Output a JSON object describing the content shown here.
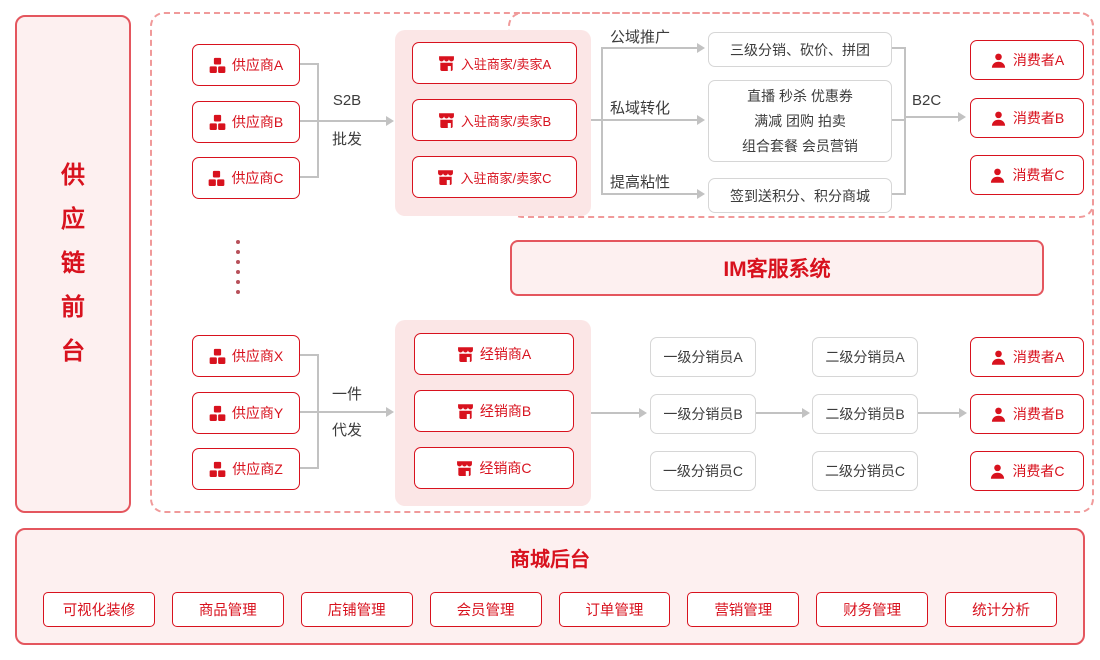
{
  "sidebar": {
    "title": "供应链前台",
    "chars": [
      "供",
      "应",
      "链",
      "前",
      "台"
    ]
  },
  "top_flow": {
    "suppliers": [
      "供应商A",
      "供应商B",
      "供应商C"
    ],
    "s2b_label": [
      "S2B",
      "批发"
    ],
    "merchants": [
      "入驻商家/卖家A",
      "入驻商家/卖家B",
      "入驻商家/卖家C"
    ],
    "branch_labels": [
      "公域推广",
      "私域转化",
      "提高粘性"
    ],
    "public_promo_box": "三级分销、砍价、拼团",
    "private_convert_box": [
      "直播 秒杀 优惠券",
      "满减 团购 拍卖",
      "组合套餐 会员营销"
    ],
    "sticky_box": "签到送积分、积分商城",
    "b2c_label": "B2C",
    "consumers": [
      "消费者A",
      "消费者B",
      "消费者C"
    ]
  },
  "im_bar": {
    "label": "IM客服系统"
  },
  "bottom_flow": {
    "suppliers": [
      "供应商X",
      "供应商Y",
      "供应商Z"
    ],
    "dropship_label": [
      "一件",
      "代发"
    ],
    "dealers": [
      "经销商A",
      "经销商B",
      "经销商C"
    ],
    "level1_distributors": [
      "一级分销员A",
      "一级分销员B",
      "一级分销员C"
    ],
    "level2_distributors": [
      "二级分销员A",
      "二级分销员B",
      "二级分销员C"
    ],
    "consumers": [
      "消费者A",
      "消费者B",
      "消费者C"
    ]
  },
  "backend": {
    "title": "商城后台",
    "modules": [
      "可视化装修",
      "商品管理",
      "店铺管理",
      "会员管理",
      "订单管理",
      "营销管理",
      "财务管理",
      "统计分析"
    ]
  },
  "colors": {
    "accent_red": "#d8121e",
    "panel_pink": "#fdf0f0",
    "group_pink": "#fbe6e6",
    "dashed_red": "#f09a9a",
    "line_gray": "#c2c2c2",
    "box_gray_border": "#d6d6d6",
    "text_dark": "#3c3c3c"
  }
}
